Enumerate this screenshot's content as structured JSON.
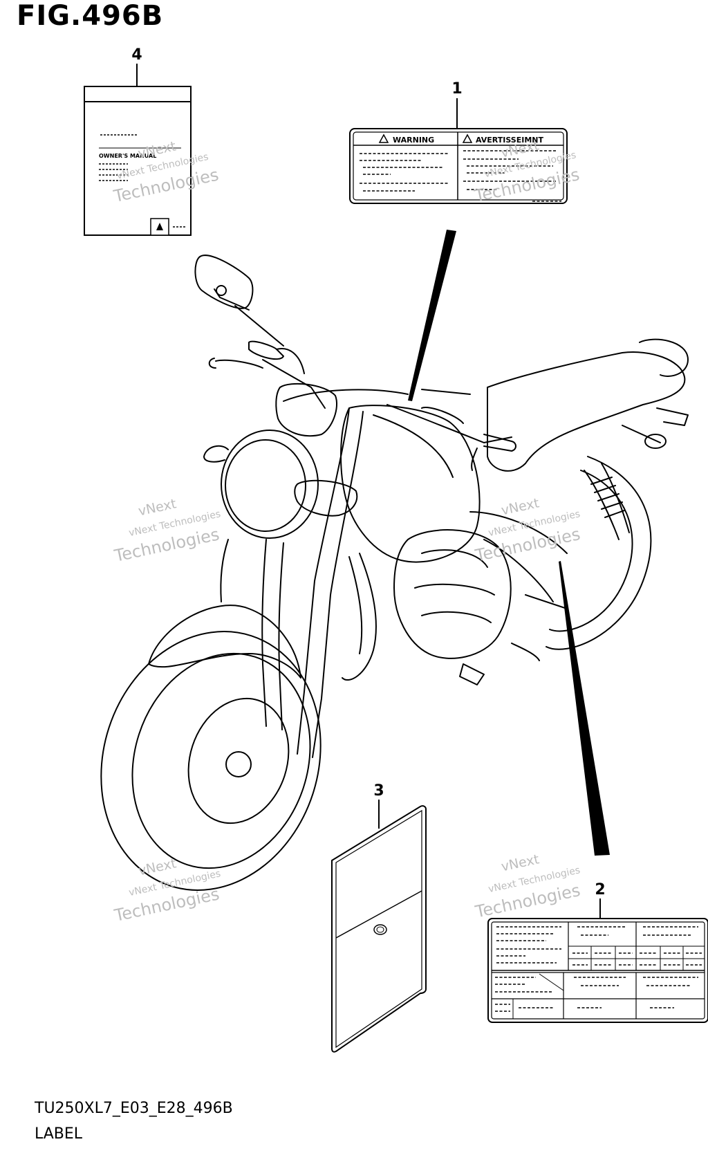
{
  "figure": {
    "title": "FIG.496B",
    "code": "TU250XL7_E03_E28_496B",
    "section": "LABEL"
  },
  "callouts": [
    {
      "id": "callout-1",
      "number": "1"
    },
    {
      "id": "callout-2",
      "number": "2"
    },
    {
      "id": "callout-3",
      "number": "3"
    },
    {
      "id": "callout-4",
      "number": "4"
    }
  ],
  "label_1": {
    "left_heading": "WARNING",
    "right_heading": "AVERTISSEIMNT"
  },
  "label_4": {
    "text": "OWNER'S MANUAL"
  },
  "watermark": {
    "line1": "vNext",
    "line2": "vNext Technologies",
    "line3": "Technologies"
  },
  "colors": {
    "ink": "#000000",
    "watermark": "#bdbdbd",
    "background": "#ffffff"
  }
}
